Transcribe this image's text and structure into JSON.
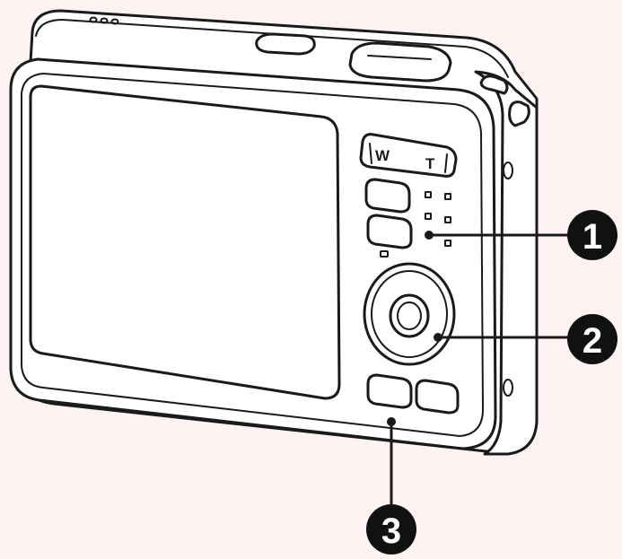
{
  "zoom_lever": {
    "wide_label": "W",
    "tele_label": "T"
  },
  "callouts": [
    {
      "number": "1"
    },
    {
      "number": "2"
    },
    {
      "number": "3"
    }
  ],
  "colors": {
    "line": "#1a1a1a",
    "background": "#fdf3f2",
    "body": "#ffffff",
    "callout": "#111111"
  }
}
